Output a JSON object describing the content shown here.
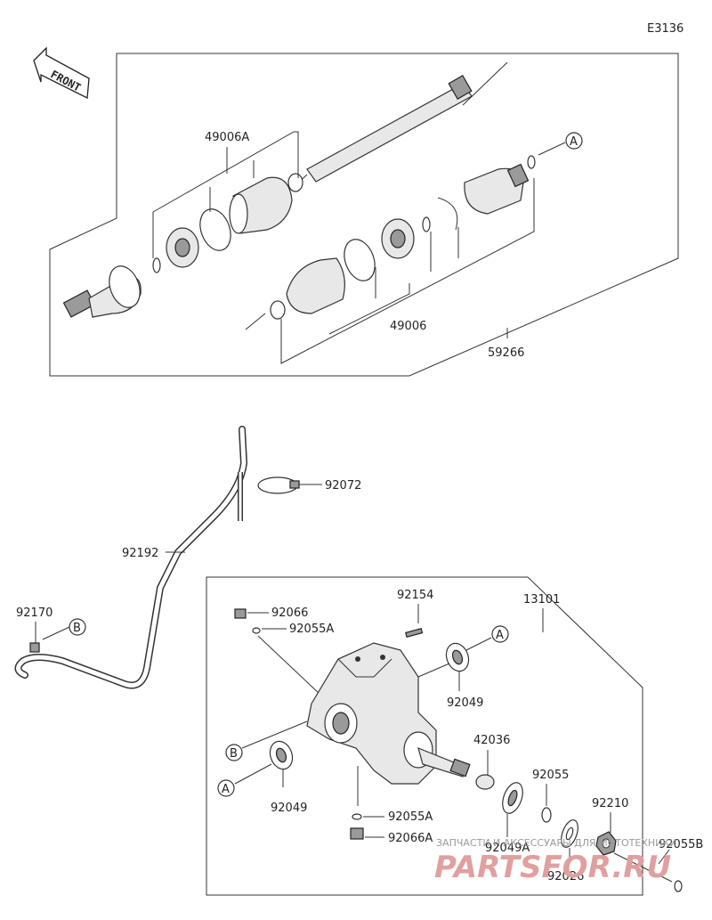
{
  "diagram_code": "E3136",
  "front_label": "FRONT",
  "callouts": {
    "49006A": "49006A",
    "49006": "49006",
    "59266": "59266",
    "A_top": "A",
    "92072": "92072",
    "92192": "92192",
    "92170": "92170",
    "B_left": "B",
    "92154": "92154",
    "13101": "13101",
    "92066": "92066",
    "92055A_top": "92055A",
    "A_mid": "A",
    "92049_right": "92049",
    "B_housing": "B",
    "A_low": "A",
    "92049_left": "92049",
    "42036": "42036",
    "92055": "92055",
    "92055A_bottom": "92055A",
    "92066A": "92066A",
    "92049A": "92049A",
    "92210": "92210",
    "92026": "92026",
    "92055B": "92055B"
  },
  "watermark": {
    "caption": "ЗАПЧАСТИ И АКСЕССУАРЫ ДЛЯ МОТОТЕХНИКИ",
    "brand": "PARTSFOR.RU"
  }
}
